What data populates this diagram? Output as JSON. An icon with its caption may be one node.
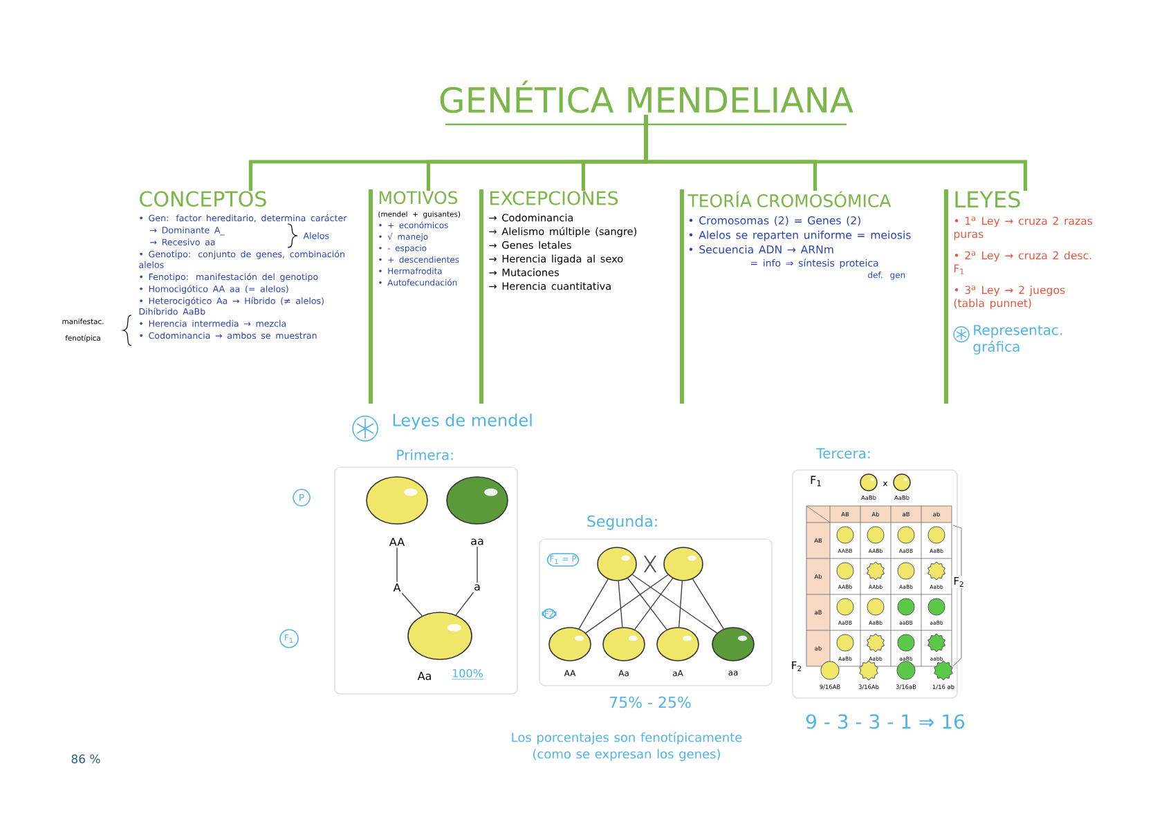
{
  "diagram": {
    "nodes": [
      {
        "text": [
          "GENÉTICA MENDELIANA"
        ]
      },
      {
        "text": [
          "CONCEPTOS",
          "• Gen: factor hereditario, determina carácter",
          "→ Dominante A_",
          "→ Recesivo aa",
          "• Genotipo: conjunto de genes, combinación alelos",
          "• Fenotipo: manifestación del genotipo",
          "• Homocigótico AA aa (= alelos)",
          "• Heterocigótico Aa → Híbrido (≠ alelos) Dihíbrido AaBb",
          "• Herencia intermedia → mezcla",
          "• Codominancia → ambos se muestran"
        ]
      },
      {
        "text": [
          "MOTIVOS",
          "(mendel + guisantes)",
          "• + económicos",
          "• √ manejo",
          "• - espacio",
          "• + descendientes",
          "• Hermafrodita",
          "• Autofecundación"
        ]
      },
      {
        "text": [
          "EXCEPCIONES",
          "→ Codominancia",
          "→ Alelismo múltiple (sangre)",
          "→ Genes letales",
          "→ Herencia ligada al sexo",
          "→ Mutaciones",
          "→ Herencia cuantitativa"
        ]
      },
      {
        "text": [
          "TEORÍA CROMOSÓMICA",
          "• Cromosomas (2) = Genes (2)",
          "• Alelos se reparten uniforme = meiosis",
          "• Secuencia ADN → ARNm",
          "= info ⇒ síntesis proteica",
          "def. gen"
        ]
      },
      {
        "text": [
          "LEYES",
          "• 1$^{a}$ Ley → cruza 2 razas puras",
          "• 2$^{a}$ Ley → cruza 2 desc. F$_{1}$",
          "• 3$^{a}$ Ley → 2 juegos (tabla punnet)",
          "Representac. gráfica"
        ]
      },
      {
        "text": [
          "AA"
        ]
      },
      {
        "text": [
          "aa"
        ]
      },
      {
        "text": [
          "A"
        ]
      },
      {
        "text": [
          "a"
        ]
      },
      {
        "text": [
          "Aa",
          "100%"
        ]
      },
      {
        "text": [],
        "shape": "circle"
      },
      {
        "text": [],
        "shape": "circle"
      },
      {
        "text": [
          "AA"
        ]
      },
      {
        "text": [
          "Aa"
        ]
      },
      {
        "text": [
          "aA"
        ]
      },
      {
        "text": [
          "aa"
        ]
      },
      {
        "text": [
          "P"
        ]
      },
      {
        "text": [
          "F$_{1}$"
        ]
      },
      {
        "text": [
          "F$_{1}$ = P"
        ]
      },
      {
        "text": [
          "F2"
        ]
      }
    ],
    "edges": [
      {
        "from": 0,
        "to": 1,
        "arrow": "none",
        "style": "thick",
        "color": "#7ab648"
      },
      {
        "from": 0,
        "to": 2,
        "arrow": "none",
        "style": "thick",
        "color": "#7ab648"
      },
      {
        "from": 0,
        "to": 3,
        "arrow": "none",
        "style": "thick",
        "color": "#7ab648"
      },
      {
        "from": 0,
        "to": 4,
        "arrow": "none",
        "style": "thick",
        "color": "#7ab648"
      },
      {
        "from": 0,
        "to": 5,
        "arrow": "none",
        "style": "thick",
        "color": "#7ab648"
      },
      {
        "from": 6,
        "to": 8,
        "arrow": "none"
      },
      {
        "from": 7,
        "to": 9,
        "arrow": "none"
      },
      {
        "from": 8,
        "to": 10,
        "arrow": "none"
      },
      {
        "from": 9,
        "to": 10,
        "arrow": "none"
      },
      {
        "from": 11,
        "to": 13,
        "arrow": "none"
      },
      {
        "from": 11,
        "to": 14,
        "arrow": "none"
      },
      {
        "from": 11,
        "to": 15,
        "arrow": "none"
      },
      {
        "from": 11,
        "to": 16,
        "arrow": "none"
      },
      {
        "from": 12,
        "to": 13,
        "arrow": "none"
      },
      {
        "from": 12,
        "to": 14,
        "arrow": "none"
      },
      {
        "from": 12,
        "to": 15,
        "arrow": "none"
      },
      {
        "from": 12,
        "to": 16,
        "arrow": "none"
      }
    ],
    "labels": [
      "Alelos",
      "manifestac. fenotípica",
      "Leyes de mendel",
      "Primera:",
      "Segunda:",
      "75% - 25%",
      "Los porcentajes son fenotípicamente (como se expresan los genes)",
      "Tercera:",
      "F$_{1}$",
      "x",
      "AaBb",
      "AaBb",
      "AB",
      "Ab",
      "aB",
      "ab",
      "AB",
      "AABB",
      "AABb",
      "AaBB",
      "AaBb",
      "Ab",
      "AABb",
      "AAbb",
      "AaBb",
      "Aabb",
      "aB",
      "AaBB",
      "AaBb",
      "aaBB",
      "aaBb",
      "ab",
      "AaBb",
      "Aabb",
      "aaBb",
      "aabb",
      "F$_{2}$",
      "F$_{2}$",
      "9/16AB",
      "3/16Ab",
      "3/16aB",
      "1/16 ab",
      "9 - 3 - 3 - 1 ⇒ 16",
      "86 %"
    ]
  }
}
